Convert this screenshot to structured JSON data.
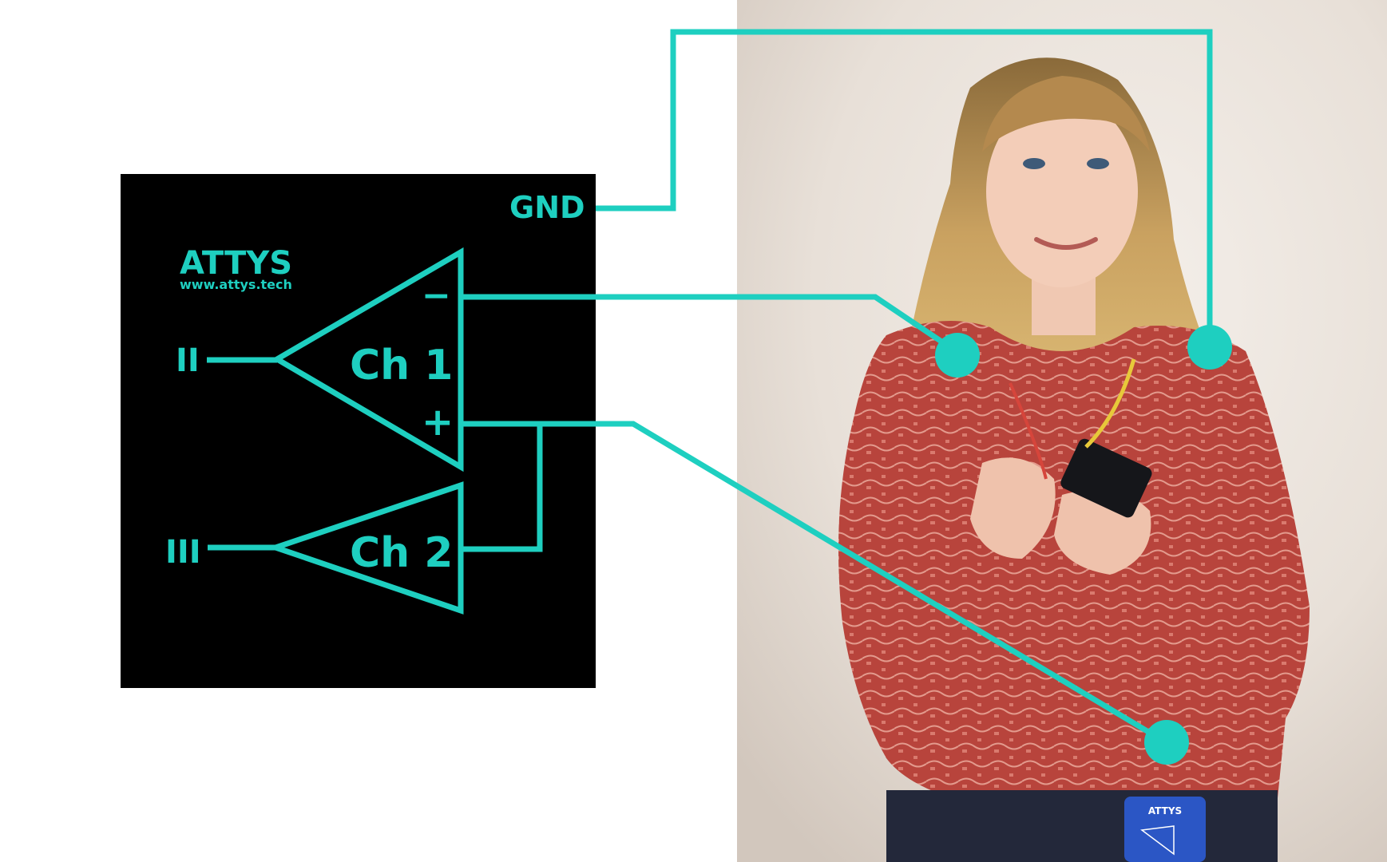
{
  "accent_color": "#1ecfc0",
  "box": {
    "brand": "ATTYS",
    "url": "www.attys.tech",
    "gnd_label": "GND",
    "lead_ii_label": "II",
    "lead_iii_label": "III",
    "ch1_label": "Ch 1",
    "ch2_label": "Ch 2",
    "minus_sign": "−",
    "plus_sign": "+"
  },
  "device": {
    "brand": "ATTYS"
  }
}
